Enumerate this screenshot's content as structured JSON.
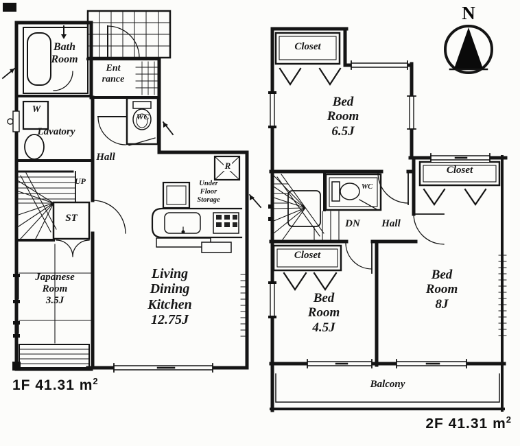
{
  "compass": {
    "north": "N"
  },
  "floor1": {
    "area_text": "1F 41.31 m",
    "area_sup": "2",
    "bath": [
      "Bath",
      "Room"
    ],
    "entrance": [
      "Ent",
      "rance"
    ],
    "wc": "WC",
    "washer": "W",
    "lavatory": "Lavatory",
    "hall": "Hall",
    "up": "UP",
    "st": "ST",
    "japanese": [
      "Japanese",
      "Room",
      "3.5J"
    ],
    "ldk": [
      "Living",
      "Dining",
      "Kitchen",
      "12.75J"
    ],
    "under_floor": [
      "Under",
      "Floor",
      "Storage"
    ],
    "fridge": "R"
  },
  "floor2": {
    "area_text": "2F 41.31 m",
    "area_sup": "2",
    "closet_top": "Closet",
    "closet_right": "Closet",
    "closet_left": "Closet",
    "bed65": [
      "Bed",
      "Room",
      "6.5J"
    ],
    "bed45": [
      "Bed",
      "Room",
      "4.5J"
    ],
    "bed8": [
      "Bed",
      "Room",
      "8J"
    ],
    "wc": "WC",
    "dn": "DN",
    "hall": "Hall",
    "balcony": "Balcony"
  }
}
